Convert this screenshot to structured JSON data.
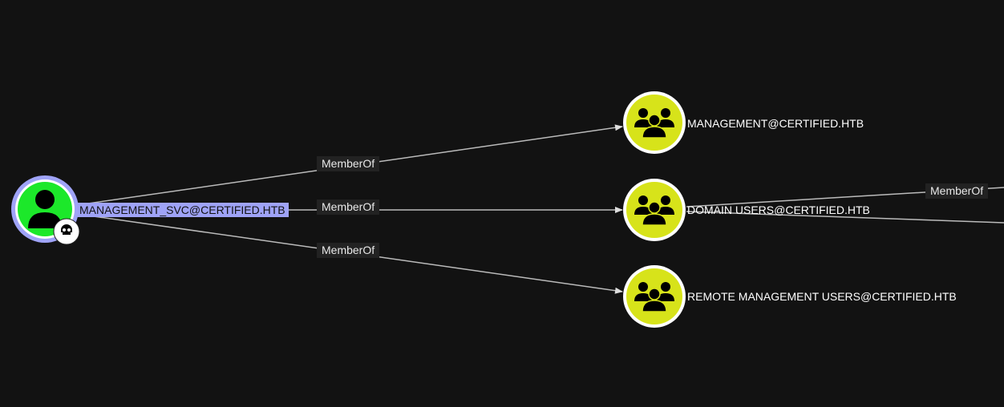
{
  "nodes": {
    "source": {
      "label": "MANAGEMENT_SVC@CERTIFIED.HTB",
      "icon": "user-icon",
      "badge": "skull-icon",
      "color": "#1ce82a",
      "selected_color": "#9fa3f7"
    },
    "management": {
      "label": "MANAGEMENT@CERTIFIED.HTB",
      "icon": "group-icon",
      "color": "#d7e31a"
    },
    "domain_users": {
      "label": "DOMAIN USERS@CERTIFIED.HTB",
      "icon": "group-icon",
      "color": "#d7e31a"
    },
    "remote_mgmt": {
      "label": "REMOTE MANAGEMENT USERS@CERTIFIED.HTB",
      "icon": "group-icon",
      "color": "#d7e31a"
    }
  },
  "edges": [
    {
      "label": "MemberOf"
    },
    {
      "label": "MemberOf"
    },
    {
      "label": "MemberOf"
    },
    {
      "label": "MemberOf"
    }
  ]
}
